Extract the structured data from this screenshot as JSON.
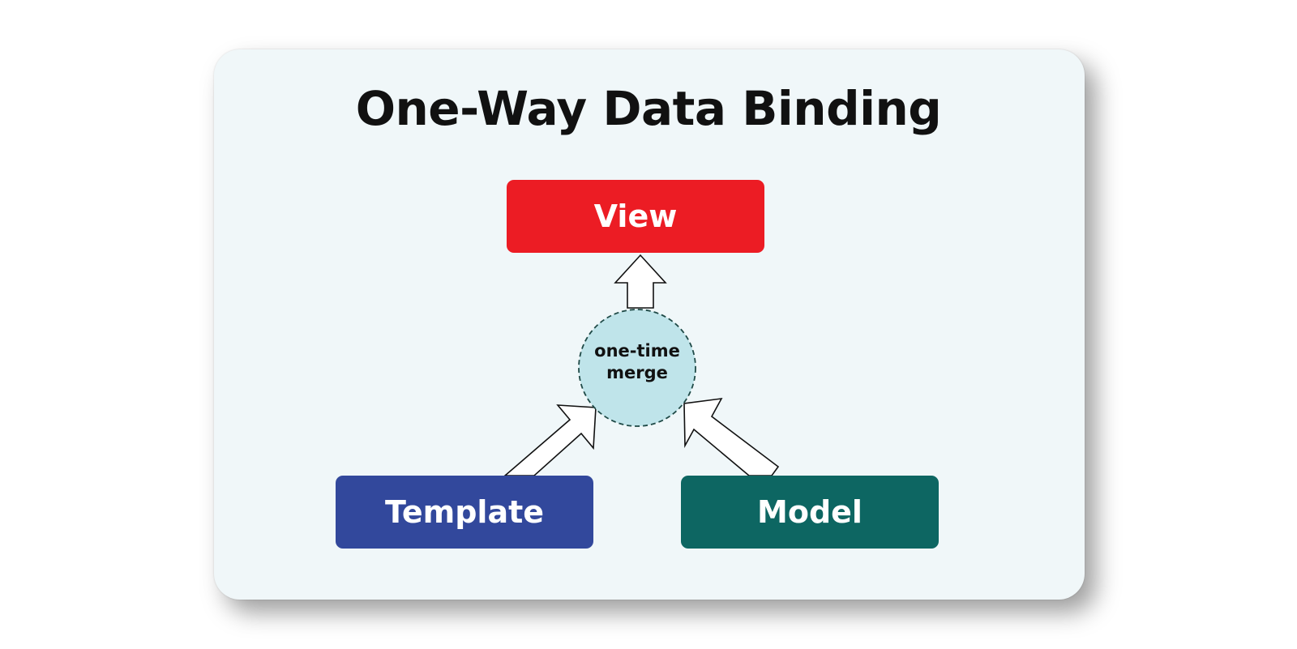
{
  "title": "One-Way Data Binding",
  "nodes": {
    "view": {
      "label": "View",
      "color": "#ec1c24"
    },
    "template": {
      "label": "Template",
      "color": "#32489c"
    },
    "model": {
      "label": "Model",
      "color": "#0d6662"
    }
  },
  "merge": {
    "line1": "one-time",
    "line2": "merge",
    "fill": "#bfe4ea"
  },
  "colors": {
    "card_background": "#f0f7f9",
    "arrow_fill": "#ffffff",
    "arrow_stroke": "#111111"
  }
}
